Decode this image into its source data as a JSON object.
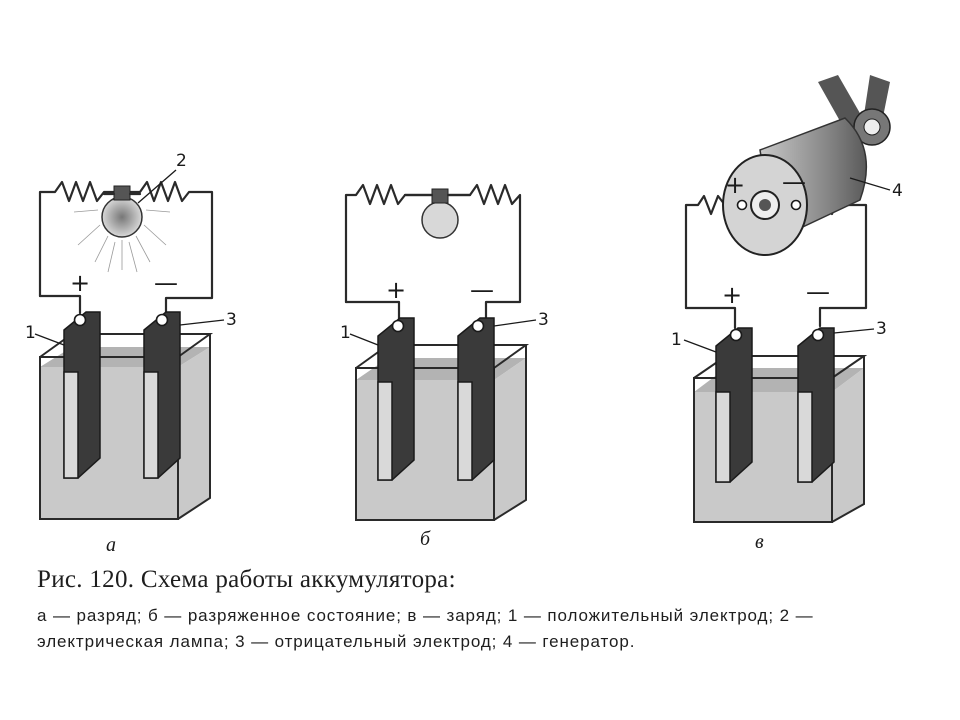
{
  "caption": {
    "title": "Рис. 120. Схема работы аккумулятора:",
    "body": "а — разряд; б — разряженное состояние; в — заряд; 1 — положительный электрод; 2 —\nэлектрическая лампа; 3 — отрицательный электрод; 4 — генератор."
  },
  "panels": [
    {
      "label": "а",
      "state": "разряд"
    },
    {
      "label": "б",
      "state": "разряженное состояние"
    },
    {
      "label": "в",
      "state": "заряд"
    }
  ],
  "labels": {
    "positive_sign": "+",
    "negative_sign": "—",
    "electrode_positive": "1",
    "lamp": "2",
    "electrode_negative": "3",
    "generator": "4"
  },
  "colors": {
    "ink": "#1a1a1a",
    "liquid": "#c9c9c9",
    "paper": "#ffffff"
  }
}
